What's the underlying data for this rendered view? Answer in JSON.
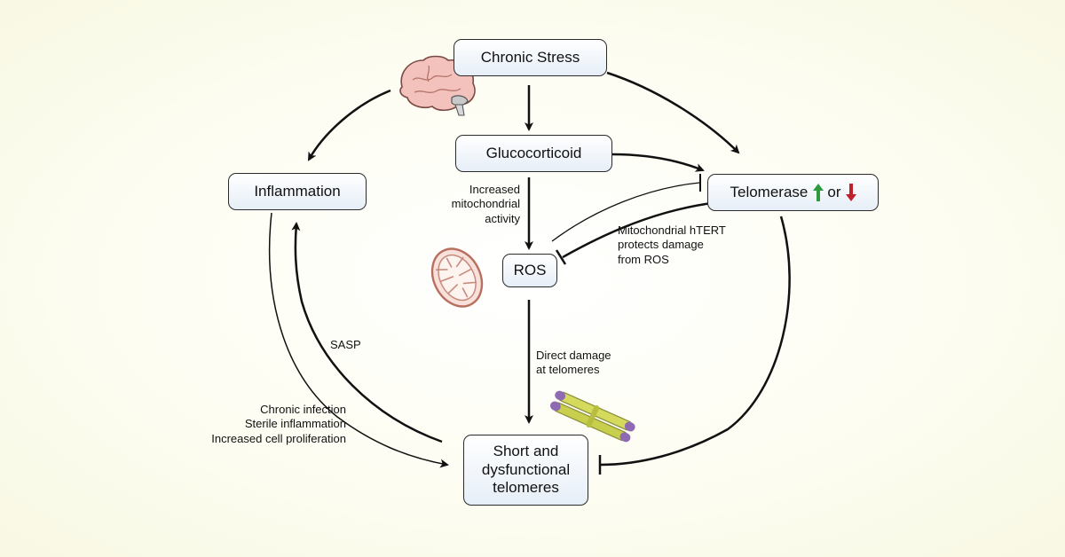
{
  "nodes": {
    "chronic_stress": "Chronic Stress",
    "glucocorticoid": "Glucocorticoid",
    "inflammation": "Inflammation",
    "telomerase": "Telomerase",
    "telomerase_or": "or",
    "ros": "ROS",
    "telomeres": [
      "Short and",
      "dysfunctional",
      "telomeres"
    ]
  },
  "labels": {
    "increased_mito": [
      "Increased",
      "mitochondrial",
      "activity"
    ],
    "htert": [
      "Mitochondrial hTERT",
      "protects damage",
      "from ROS"
    ],
    "sasp": "SASP",
    "direct_damage": [
      "Direct damage",
      "at telomeres"
    ],
    "causes": [
      "Chronic infection",
      "Sterile inflammation",
      "Increased cell proliferation"
    ]
  },
  "icons": {
    "brain": "brain-icon",
    "mitochondrion": "mitochondrion-icon",
    "chromosome": "chromosome-icon",
    "up": "up-arrow-icon",
    "down": "down-arrow-icon"
  },
  "colors": {
    "up_arrow": "#2e9a3c",
    "down_arrow": "#c0202a",
    "node_fill": "#e6eef7",
    "background": "#f8f8e3"
  }
}
